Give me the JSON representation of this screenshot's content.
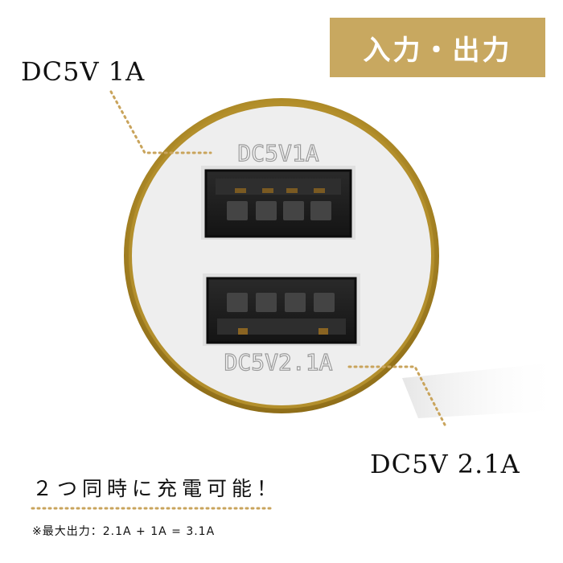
{
  "header": {
    "badge_label": "入力・出力"
  },
  "labels": {
    "top_port_callout": "DC5V 1A",
    "bottom_port_callout": "DC5V 2.1A"
  },
  "device": {
    "top_engraving": "DC5V1A",
    "bottom_engraving": "DC5V2.1A",
    "ring_color": "#d4ad3a",
    "face_color": "#eeeeee",
    "port_color": "#1c1c1c"
  },
  "footer": {
    "tagline": "２つ同時に充電可能！",
    "note": "※最大出力：2.1A + 1A = 3.1A"
  },
  "colors": {
    "accent": "#c8a860",
    "callout_dots": "#c9a45c"
  }
}
